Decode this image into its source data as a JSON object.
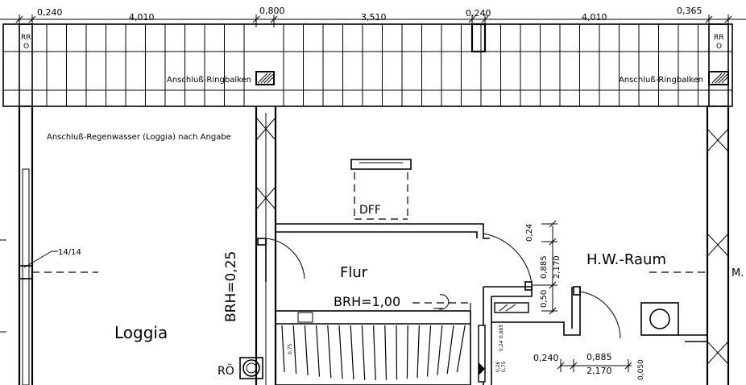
{
  "dimensions_top": [
    "0,240",
    "4,010",
    "0,800",
    "3,510",
    "0,240",
    "4,010",
    "0,365"
  ],
  "labels": {
    "rr": "RR",
    "rr_sub": "O",
    "anschluss_ringbalken": "Anschluß-Ringbalken",
    "regenwasser_note": "Anschluß-Regenwasser (Loggia) nach Angabe",
    "dff": "DFF",
    "flur": "Flur",
    "brh_100": "BRH=1,00",
    "brh_025": "BRH=0,25",
    "hw_raum": "H.W.-Raum",
    "loggia": "Loggia",
    "roe": "RÖ",
    "drain_size": "14/14",
    "m_cut": "M."
  },
  "dimensions_right": [
    "0,24",
    "0,885",
    "2,170",
    "0,50"
  ],
  "dimensions_bottom": [
    "0,240",
    "0,885",
    "2,170"
  ],
  "small_dims": [
    "0,75",
    "0,26",
    "0,75",
    "0,24",
    "0,885",
    "0,050"
  ]
}
